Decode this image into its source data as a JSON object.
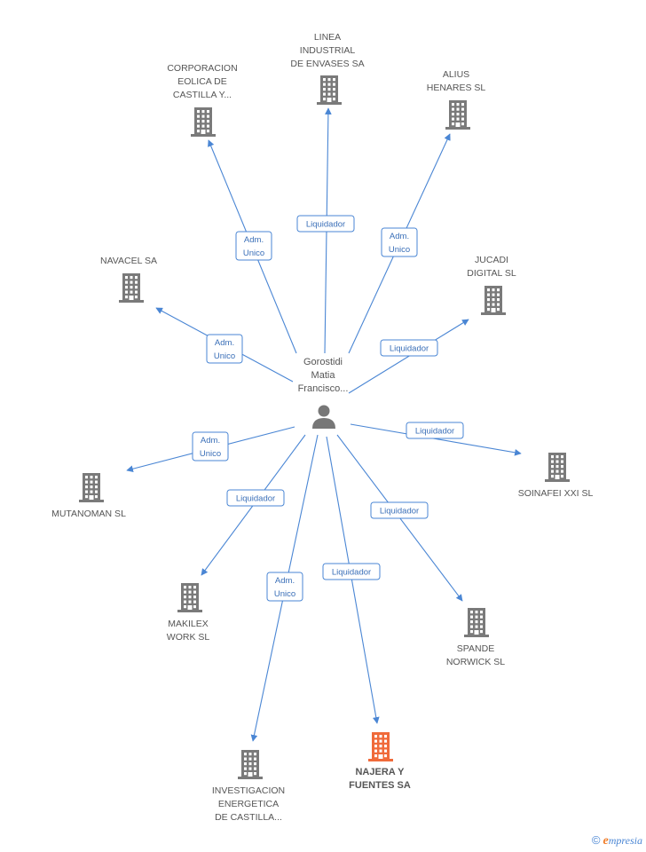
{
  "center": {
    "label_lines": [
      "Gorostidi",
      "Matia",
      "Francisco..."
    ],
    "icon": "person-icon"
  },
  "colors": {
    "edge": "#4a86d4",
    "node": "#7a7a7a",
    "highlight": "#f06a3a"
  },
  "nodes": [
    {
      "id": "linea",
      "label_lines": [
        "LINEA",
        "INDUSTRIAL",
        "DE ENVASES SA"
      ],
      "highlight": false
    },
    {
      "id": "corporacion",
      "label_lines": [
        "CORPORACION",
        "EOLICA DE",
        "CASTILLA Y..."
      ],
      "highlight": false
    },
    {
      "id": "alius",
      "label_lines": [
        "ALIUS",
        "HENARES SL"
      ],
      "highlight": false
    },
    {
      "id": "navacel",
      "label_lines": [
        "NAVACEL SA"
      ],
      "highlight": false
    },
    {
      "id": "jucadi",
      "label_lines": [
        "JUCADI",
        "DIGITAL SL"
      ],
      "highlight": false
    },
    {
      "id": "soinafei",
      "label_lines": [
        "SOINAFEI XXI SL"
      ],
      "highlight": false
    },
    {
      "id": "mutanoman",
      "label_lines": [
        "MUTANOMAN SL"
      ],
      "highlight": false
    },
    {
      "id": "makilex",
      "label_lines": [
        "MAKILEX",
        "WORK SL"
      ],
      "highlight": false
    },
    {
      "id": "spande",
      "label_lines": [
        "SPANDE",
        "NORWICK SL"
      ],
      "highlight": false
    },
    {
      "id": "investigacion",
      "label_lines": [
        "INVESTIGACION",
        "ENERGETICA",
        "DE CASTILLA..."
      ],
      "highlight": false
    },
    {
      "id": "najera",
      "label_lines": [
        "NAJERA Y",
        "FUENTES SA"
      ],
      "highlight": true
    }
  ],
  "edges": [
    {
      "target": "linea",
      "label_lines": [
        "Liquidador"
      ]
    },
    {
      "target": "corporacion",
      "label_lines": [
        "Adm.",
        "Unico"
      ]
    },
    {
      "target": "alius",
      "label_lines": [
        "Adm.",
        "Unico"
      ]
    },
    {
      "target": "navacel",
      "label_lines": [
        "Adm.",
        "Unico"
      ]
    },
    {
      "target": "jucadi",
      "label_lines": [
        "Liquidador"
      ]
    },
    {
      "target": "soinafei",
      "label_lines": [
        "Liquidador"
      ]
    },
    {
      "target": "mutanoman",
      "label_lines": [
        "Adm.",
        "Unico"
      ]
    },
    {
      "target": "makilex",
      "label_lines": [
        "Liquidador"
      ]
    },
    {
      "target": "spande",
      "label_lines": [
        "Liquidador"
      ]
    },
    {
      "target": "investigacion",
      "label_lines": [
        "Adm.",
        "Unico"
      ]
    },
    {
      "target": "najera",
      "label_lines": [
        "Liquidador"
      ]
    }
  ],
  "footer": {
    "copyright": "©",
    "brand_initial": "e",
    "brand_rest": "mpresia"
  }
}
